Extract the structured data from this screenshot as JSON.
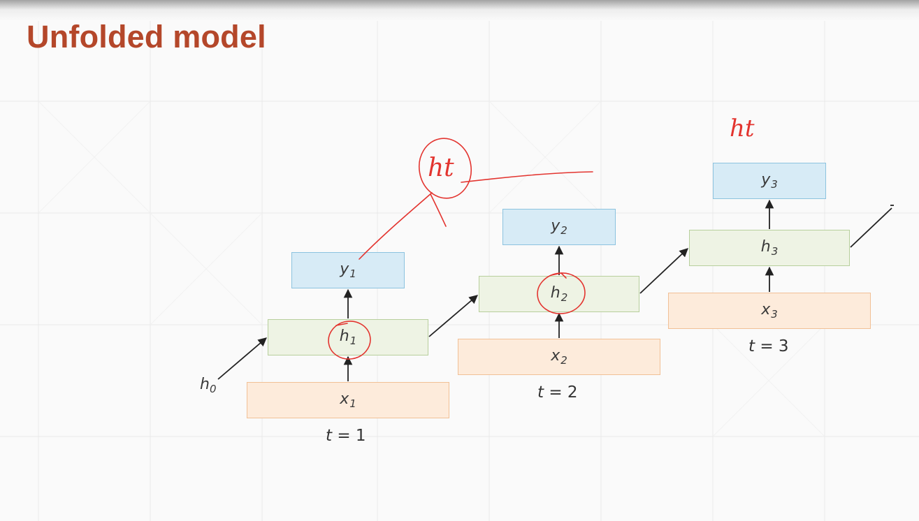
{
  "title": "Unfolded model",
  "colors": {
    "title": "#b4472a",
    "output_fill": "#d7ebf6",
    "hidden_fill": "#eef3e4",
    "input_fill": "#fdebdb",
    "annotation": "#e3342f",
    "arrow": "#222222"
  },
  "initial_state": {
    "base": "h",
    "sub": "0"
  },
  "steps": [
    {
      "output": {
        "base": "y",
        "sub": "1"
      },
      "hidden": {
        "base": "h",
        "sub": "1"
      },
      "input": {
        "base": "x",
        "sub": "1"
      },
      "time_var": "t",
      "time_rest": " = 1"
    },
    {
      "output": {
        "base": "y",
        "sub": "2"
      },
      "hidden": {
        "base": "h",
        "sub": "2"
      },
      "input": {
        "base": "x",
        "sub": "2"
      },
      "time_var": "t",
      "time_rest": " = 2"
    },
    {
      "output": {
        "base": "y",
        "sub": "3"
      },
      "hidden": {
        "base": "h",
        "sub": "3"
      },
      "input": {
        "base": "x",
        "sub": "3"
      },
      "time_var": "t",
      "time_rest": " = 3"
    }
  ],
  "annotations": {
    "circled_note": "ht",
    "top_note": "ht"
  }
}
